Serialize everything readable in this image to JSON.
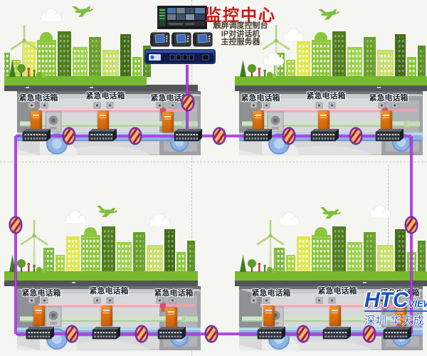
{
  "title": "监控中心",
  "control_center": {
    "labels": [
      "触屏调度控制台",
      "IP对讲话机",
      "主控服务器"
    ]
  },
  "quadrants": [
    {
      "name": "top-left",
      "boxes": [
        "紧急电话箱",
        "紧急电话箱",
        "紧急电话箱"
      ]
    },
    {
      "name": "top-right",
      "boxes": [
        "紧急电话箱",
        "紧急电话箱",
        "紧急电话箱"
      ]
    },
    {
      "name": "bottom-left",
      "boxes": [
        "紧急电话箱",
        "紧急电话箱",
        "紧急电话箱"
      ]
    },
    {
      "name": "bottom-right",
      "boxes": [
        "紧急电话箱",
        "紧急电话箱",
        "紧急电话箱"
      ]
    }
  ],
  "logo": {
    "brand": "HTC",
    "brand_suffix": "VIEW",
    "caption": "深圳 华天成"
  },
  "colors": {
    "ring_line": "#9514cf",
    "title_red": "#d21414",
    "logo_blue": "#1553c2",
    "splice_fill": "#f2b176",
    "city_green": "#79b92e",
    "phone_box_orange": "#e07414"
  }
}
